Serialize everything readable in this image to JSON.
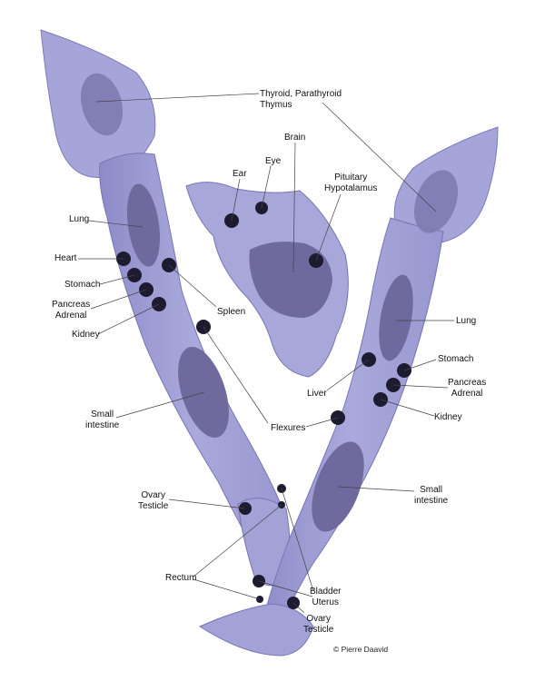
{
  "labels": {
    "thyroid": "Thyroid, Parathyroid",
    "thymus": "Thymus",
    "brain": "Brain",
    "ear": "Ear",
    "eye": "Eye",
    "pituitary": "Pituitary",
    "hypotalamus": "Hypotalamus",
    "lung_left": "Lung",
    "heart": "Heart",
    "stomach_left": "Stomach",
    "pancreas_left": "Pancreas",
    "adrenal_left": "Adrenal",
    "kidney_left": "Kidney",
    "spleen": "Spleen",
    "small_left_1": "Small",
    "small_left_2": "intestine",
    "flexures": "Flexures",
    "ovary_left": "Ovary",
    "testicle_left": "Testicle",
    "rectum": "Rectum",
    "lung_right": "Lung",
    "stomach_right": "Stomach",
    "liver": "Liver",
    "pancreas_right": "Pancreas",
    "adrenal_right": "Adrenal",
    "kidney_right": "Kidney",
    "small_right_1": "Small",
    "small_right_2": "intestine",
    "bladder": "Bladder",
    "uterus": "Uterus",
    "ovary_right": "Ovary",
    "testicle_right": "Testicle"
  },
  "credit": "© Pierre Daavid",
  "colors": {
    "arm_fill": "#a3a2d6",
    "arm_shade": "#8b8ac7",
    "arm_stroke": "#7675b5",
    "organ": "#6e6a9e",
    "point": "#1a1a2e",
    "line": "#444444"
  }
}
